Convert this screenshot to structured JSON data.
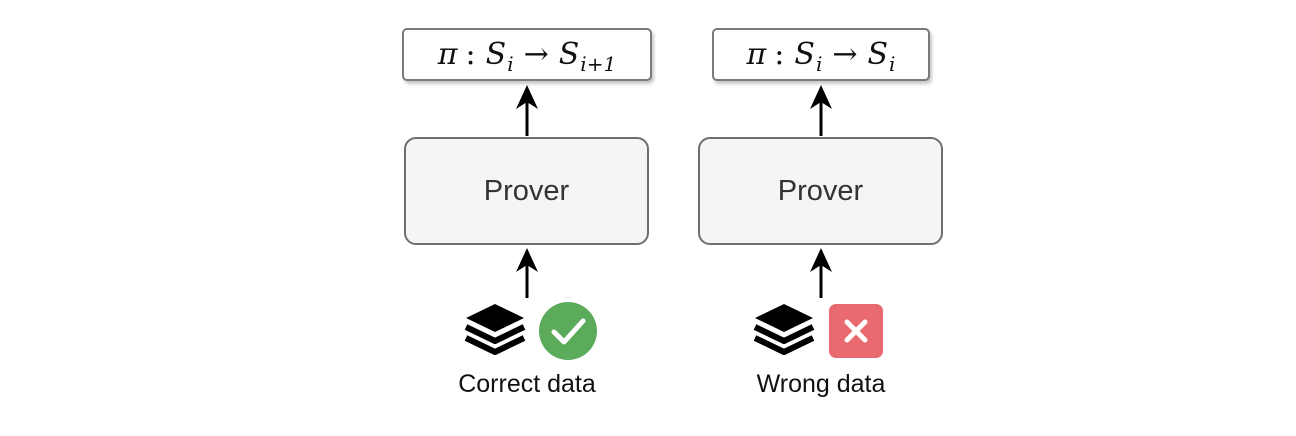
{
  "left": {
    "formula": {
      "pi": "π",
      "colon": ":",
      "from_state": "S",
      "from_index": "i",
      "arrow": "→",
      "to_state": "S",
      "to_index": "i+1"
    },
    "prover_label": "Prover",
    "data_label": "Correct data",
    "status_icon": "check-icon",
    "status_color": "#5cab5b"
  },
  "right": {
    "formula": {
      "pi": "π",
      "colon": ":",
      "from_state": "S",
      "from_index": "i",
      "arrow": "→",
      "to_state": "S",
      "to_index": "i"
    },
    "prover_label": "Prover",
    "data_label": "Wrong data",
    "status_icon": "cross-icon",
    "status_color": "#ea6b6f"
  },
  "data_icon": "layers-icon"
}
